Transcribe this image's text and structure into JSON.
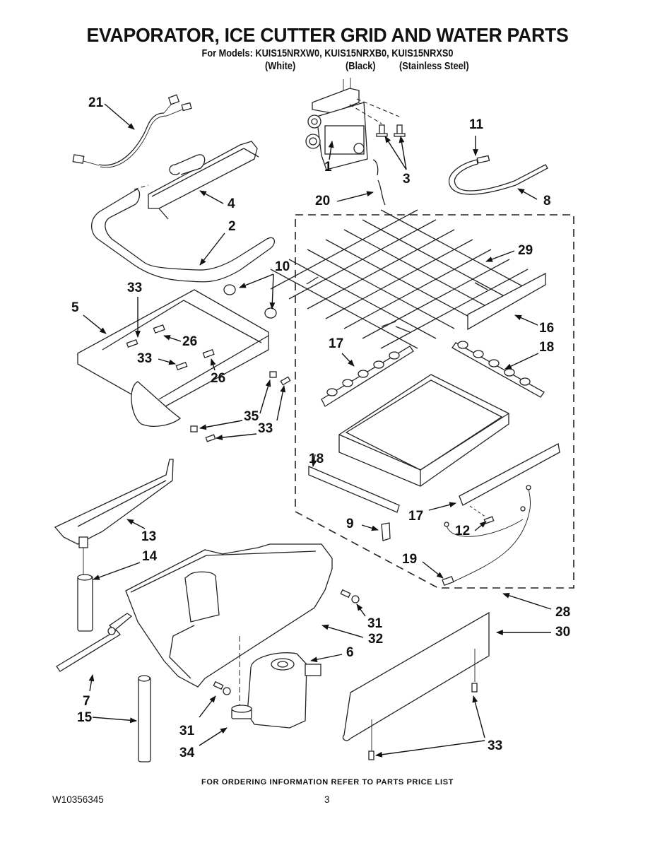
{
  "header": {
    "title": "EVAPORATOR, ICE CUTTER GRID AND WATER PARTS",
    "models_line": "For Models: KUIS15NRXW0, KUIS15NRXB0, KUIS15NRXS0",
    "color_variants": [
      "(White)",
      "(Black)",
      "(Stainless Steel)"
    ]
  },
  "diagram": {
    "callouts": [
      {
        "id": "1",
        "label": "1",
        "part": "water-valve"
      },
      {
        "id": "2",
        "label": "2",
        "part": "evaporator-tube"
      },
      {
        "id": "3",
        "label": "3",
        "part": "screw"
      },
      {
        "id": "4",
        "label": "4",
        "part": "evaporator"
      },
      {
        "id": "5",
        "label": "5",
        "part": "evaporator-bracket"
      },
      {
        "id": "6",
        "label": "6",
        "part": "pump"
      },
      {
        "id": "7",
        "label": "7",
        "part": "water-tube-tee"
      },
      {
        "id": "8",
        "label": "8",
        "part": "tube"
      },
      {
        "id": "9",
        "label": "9",
        "part": "clip"
      },
      {
        "id": "10",
        "label": "10",
        "part": "grommet"
      },
      {
        "id": "11",
        "label": "11",
        "part": "thermistor"
      },
      {
        "id": "12",
        "label": "12",
        "part": "screw"
      },
      {
        "id": "13",
        "label": "13",
        "part": "water-distributor"
      },
      {
        "id": "14",
        "label": "14",
        "part": "tube"
      },
      {
        "id": "15",
        "label": "15",
        "part": "tube"
      },
      {
        "id": "16",
        "label": "16",
        "part": "insulator"
      },
      {
        "id": "17",
        "label": "17",
        "part": "grid-bracket"
      },
      {
        "id": "17b",
        "label": "17",
        "part": "grid-bracket"
      },
      {
        "id": "18",
        "label": "18",
        "part": "grid-bracket"
      },
      {
        "id": "18b",
        "label": "18",
        "part": "grid-bracket"
      },
      {
        "id": "19",
        "label": "19",
        "part": "wire-harness"
      },
      {
        "id": "20",
        "label": "20",
        "part": "tube"
      },
      {
        "id": "21",
        "label": "21",
        "part": "wire-harness"
      },
      {
        "id": "26",
        "label": "26",
        "part": "screw"
      },
      {
        "id": "26b",
        "label": "26",
        "part": "screw"
      },
      {
        "id": "28",
        "label": "28",
        "part": "cutter-grid-assembly"
      },
      {
        "id": "29",
        "label": "29",
        "part": "cutter-grid"
      },
      {
        "id": "30",
        "label": "30",
        "part": "shield"
      },
      {
        "id": "31",
        "label": "31",
        "part": "screw"
      },
      {
        "id": "31b",
        "label": "31",
        "part": "screw"
      },
      {
        "id": "32",
        "label": "32",
        "part": "water-reservoir"
      },
      {
        "id": "33",
        "label": "33",
        "part": "screw"
      },
      {
        "id": "33b",
        "label": "33",
        "part": "screw"
      },
      {
        "id": "33c",
        "label": "33",
        "part": "screw"
      },
      {
        "id": "33d",
        "label": "33",
        "part": "screw"
      },
      {
        "id": "34",
        "label": "34",
        "part": "nut"
      },
      {
        "id": "35",
        "label": "35",
        "part": "clip"
      }
    ]
  },
  "footer": {
    "ordering_note": "FOR ORDERING INFORMATION REFER TO PARTS PRICE LIST",
    "document_number": "W10356345",
    "page_number": "3"
  }
}
